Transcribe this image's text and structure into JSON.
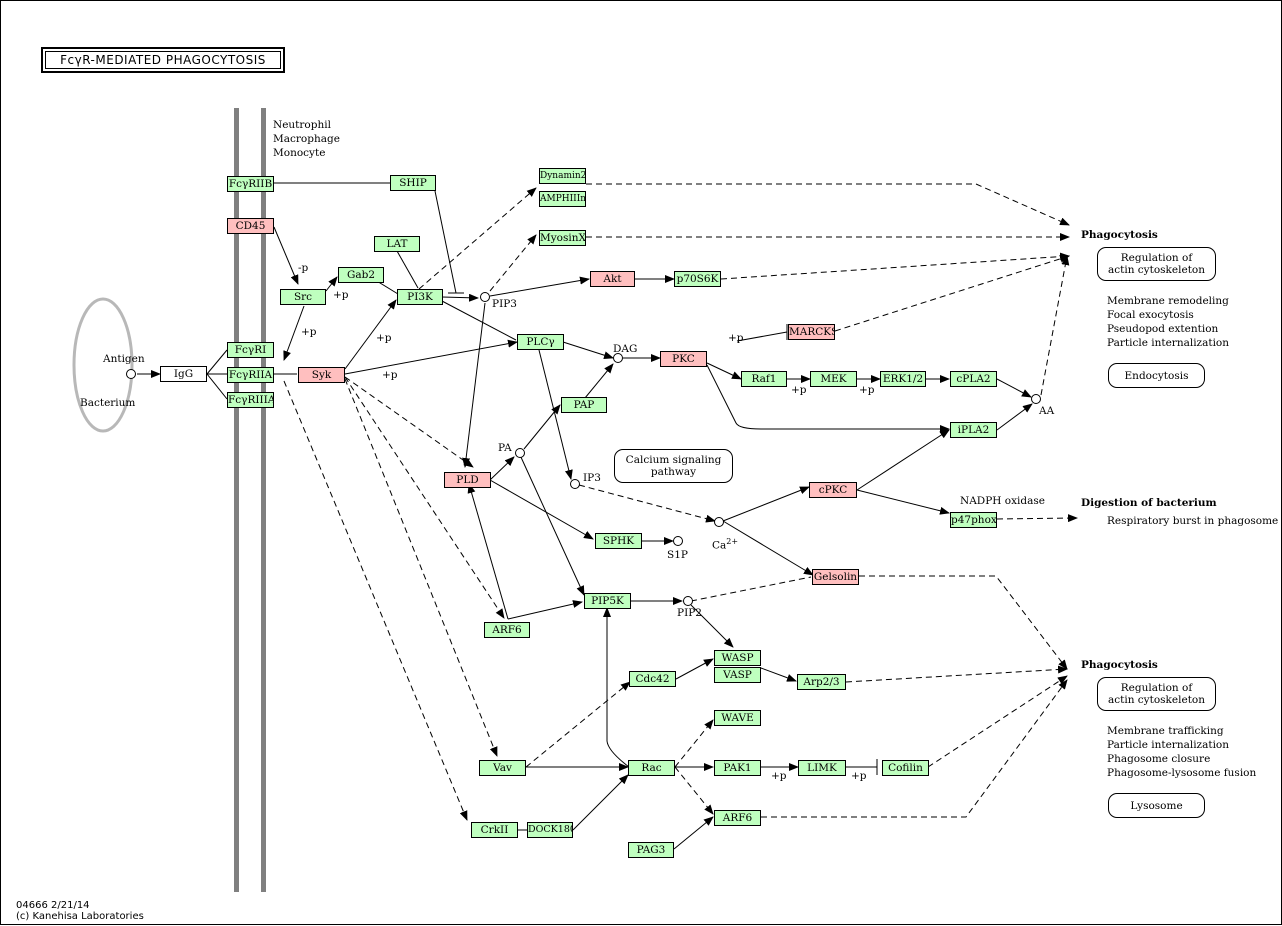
{
  "title": "FcγR-MEDIATED PHAGOCYTOSIS",
  "footer": {
    "map_id": "04666 2/21/14",
    "copyright": "(c) Kanehisa Laboratories"
  },
  "colors": {
    "green_node": "#bfffbf",
    "pink_node": "#ffbfbf",
    "membrane": "#808080",
    "bacterium": "#b8b8b8"
  },
  "cells": [
    "Neutrophil",
    "Macrophage",
    "Monocyte"
  ],
  "nodes": {
    "FcgRIIB": "FcγRIIB",
    "CD45": "CD45",
    "FcgRI": "FcγRI",
    "FcgRIIA": "FcγRIIA",
    "FcgRIIIA": "FcγRIIIA",
    "IgG": "IgG",
    "SHIP": "SHIP",
    "LAT": "LAT",
    "Gab2": "Gab2",
    "Src": "Src",
    "PI3K": "PI3K",
    "Syk": "Syk",
    "Dynamin2": "Dynamin2",
    "AMPHIIIm": "AMPHIIIm",
    "MyosinX": "MyosinX",
    "Akt": "Akt",
    "p70S6K": "p70S6K",
    "PLCg": "PLCγ",
    "MARCKS": "MARCKS",
    "PKC": "PKC",
    "Raf1": "Raf1",
    "MEK": "MEK",
    "ERK12": "ERK1/2",
    "cPLA2": "cPLA2",
    "iPLA2": "iPLA2",
    "PAP": "PAP",
    "PLD": "PLD",
    "cPKC": "cPKC",
    "p47phox": "p47phox",
    "SPHK": "SPHK",
    "Gelsolin": "Gelsolin",
    "PIP5K": "PIP5K",
    "ARF6a": "ARF6",
    "WASP": "WASP",
    "VASP": "VASP",
    "Cdc42": "Cdc42",
    "Arp23": "Arp2/3",
    "WAVE": "WAVE",
    "Vav": "Vav",
    "Rac": "Rac",
    "PAK1": "PAK1",
    "LIMK": "LIMK",
    "Cofilin": "Cofilin",
    "CrkII": "CrkII",
    "DOCK180": "DOCK180",
    "ARF6b": "ARF6",
    "PAG3": "PAG3"
  },
  "compounds": {
    "antigen": "Antigen",
    "bacterium": "Bacterium",
    "PIP3": "PIP3",
    "DAG": "DAG",
    "PA": "PA",
    "IP3": "IP3",
    "S1P": "S1P",
    "Ca": "Ca",
    "Ca_sup": "2+",
    "PIP2": "PIP2",
    "AA": "AA",
    "NADPH": "NADPH oxidase"
  },
  "modifiers": {
    "p": "+p",
    "minus_p": "-p"
  },
  "pathways": {
    "calcium": [
      "Calcium signaling",
      "pathway"
    ],
    "reg1": [
      "Regulation of",
      "actin cytoskeleton"
    ],
    "endocytosis": [
      "Endocytosis"
    ],
    "reg2": [
      "Regulation of",
      "actin cytoskeleton"
    ],
    "lysosome": [
      "Lysosome"
    ]
  },
  "outcomes": {
    "phago1": {
      "title": "Phagocytosis",
      "items": [
        "Membrane remodeling",
        "Focal exocytosis",
        "Pseudopod extention",
        "Particle internalization"
      ]
    },
    "digestion": {
      "title": "Digestion of bacterium",
      "items": [
        "Respiratory burst in phagosome"
      ]
    },
    "phago2": {
      "title": "Phagocytosis",
      "items": [
        "Membrane trafficking",
        "Particle internalization",
        "Phagosome closure",
        "Phagosome-lysosome fusion"
      ]
    }
  }
}
